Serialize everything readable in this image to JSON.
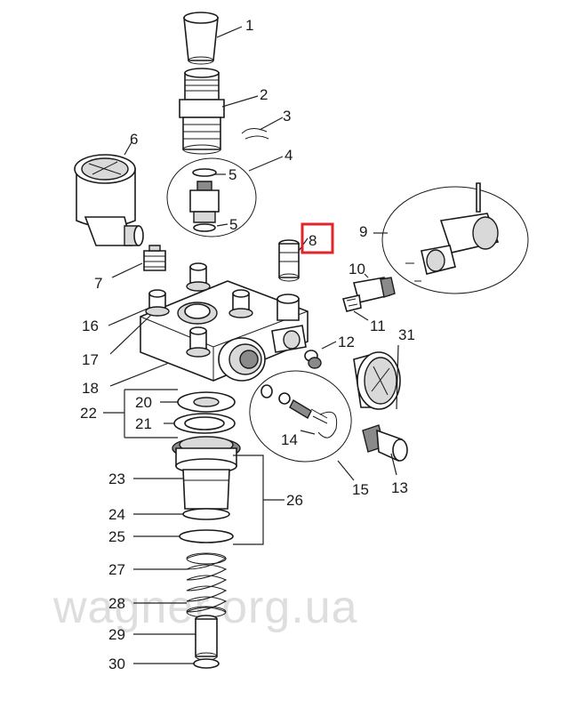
{
  "labels": {
    "n1": "1",
    "n2": "2",
    "n3": "3",
    "n4": "4",
    "n5a": "5",
    "n5b": "5",
    "n6": "6",
    "n7": "7",
    "n8": "8",
    "n9": "9",
    "n10": "10",
    "n11": "11",
    "n12": "12",
    "n13": "13",
    "n14": "14",
    "n15": "15",
    "n16": "16",
    "n17": "17",
    "n18": "18",
    "n20": "20",
    "n21": "21",
    "n22": "22",
    "n23": "23",
    "n24": "24",
    "n25": "25",
    "n26": "26",
    "n27": "27",
    "n28": "28",
    "n29": "29",
    "n30": "30",
    "n31": "31"
  },
  "highlighted_part": "8",
  "highlight_color": "#e0262b",
  "watermark": "wagner.org.ua"
}
